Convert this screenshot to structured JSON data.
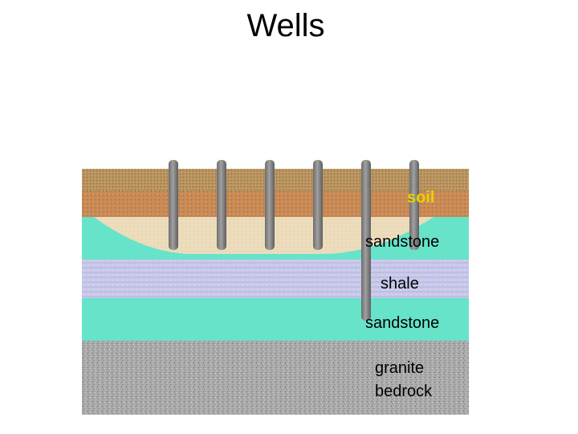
{
  "title": "Wells",
  "layers": {
    "soil": "soil",
    "upper_sandstone": "sandstone",
    "shale": "shale",
    "lower_sandstone": "sandstone",
    "granite_line1": "granite",
    "granite_line2": "bedrock"
  },
  "colors": {
    "soil_label": "#e8d000",
    "soil_top": "#b8935e",
    "soil_bottom": "#c98a55",
    "sand_lens": "#ecdcbc",
    "sandstone": "#66e3c8",
    "shale": "#c9c9ea",
    "granite": "#a9a9a9",
    "well": "#808080"
  },
  "well_count": 6
}
